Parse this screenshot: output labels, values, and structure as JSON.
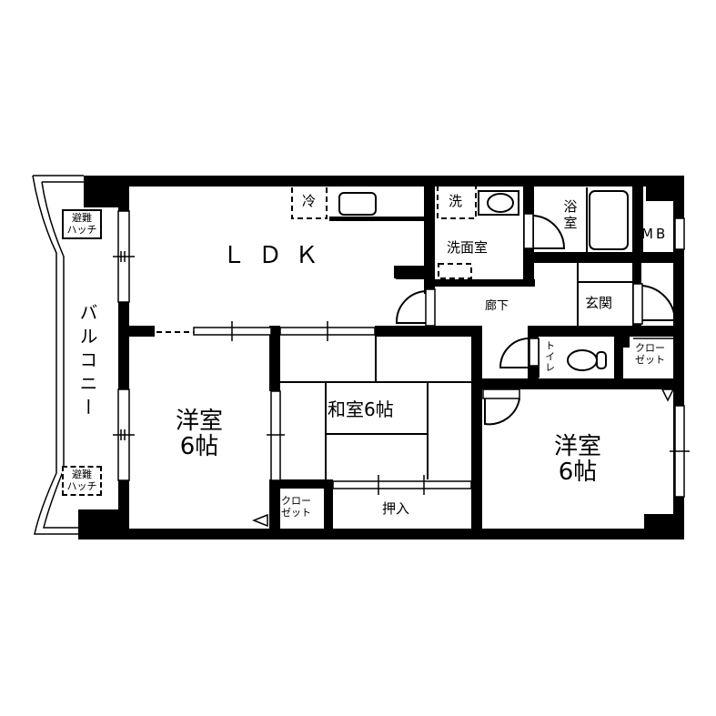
{
  "floorplan": {
    "rooms": {
      "ldk": "ＬＤＫ",
      "western_room_left": {
        "name": "洋室",
        "size": "6帖"
      },
      "japanese_room": "和室6帖",
      "western_room_right": {
        "name": "洋室",
        "size": "6帖"
      },
      "washroom": "洗面室",
      "bathroom": "浴室",
      "hallway": "廊下",
      "entrance": "玄関",
      "toilet": "トイレ",
      "closet_left": "クロー\nゼット",
      "closet_right": "クロー\nゼット",
      "oshiire": "押入",
      "meter_box": "MB",
      "balcony": "バルコニー"
    },
    "fixtures": {
      "refrigerator": "冷",
      "washer": "洗"
    },
    "hatches": {
      "top": "避難\nハッチ",
      "bottom": "避難\nハッチ"
    },
    "colors": {
      "wall": "#000000",
      "background": "#ffffff"
    }
  }
}
